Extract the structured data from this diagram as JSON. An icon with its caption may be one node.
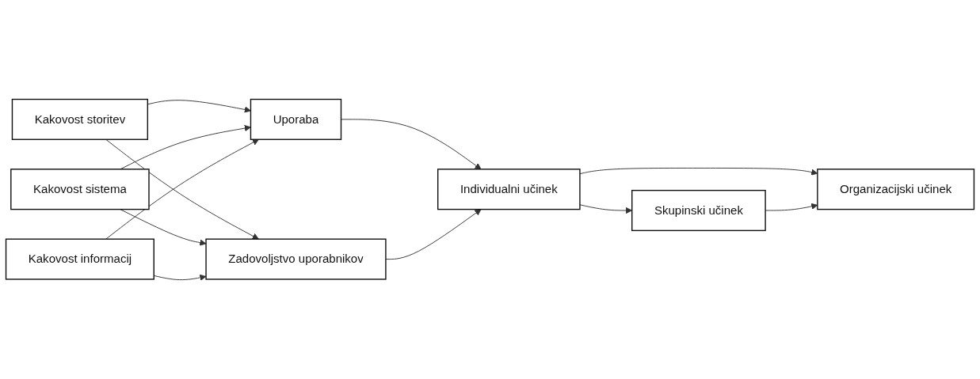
{
  "diagram": {
    "nodes": [
      {
        "text": [
          "Kakovost storitev"
        ]
      },
      {
        "text": [
          "Kakovost sistema"
        ]
      },
      {
        "text": [
          "Kakovost informacij"
        ]
      },
      {
        "text": [
          "Uporaba"
        ]
      },
      {
        "text": [
          "Zadovoljstvo uporabnikov"
        ]
      },
      {
        "text": [
          "Individualni učinek"
        ]
      },
      {
        "text": [
          "Skupinski učinek"
        ]
      },
      {
        "text": [
          "Organizacijski učinek"
        ]
      }
    ],
    "edges": [
      {
        "from": 0,
        "to": 3,
        "arrow": "to"
      },
      {
        "from": 0,
        "to": 4,
        "arrow": "to"
      },
      {
        "from": 1,
        "to": 3,
        "arrow": "to"
      },
      {
        "from": 1,
        "to": 4,
        "arrow": "to"
      },
      {
        "from": 2,
        "to": 3,
        "arrow": "to"
      },
      {
        "from": 2,
        "to": 4,
        "arrow": "to"
      },
      {
        "from": 3,
        "to": 5,
        "arrow": "to"
      },
      {
        "from": 4,
        "to": 5,
        "arrow": "to"
      },
      {
        "from": 5,
        "to": 6,
        "arrow": "to"
      },
      {
        "from": 5,
        "to": 7,
        "arrow": "to"
      },
      {
        "from": 6,
        "to": 7,
        "arrow": "to"
      }
    ]
  }
}
